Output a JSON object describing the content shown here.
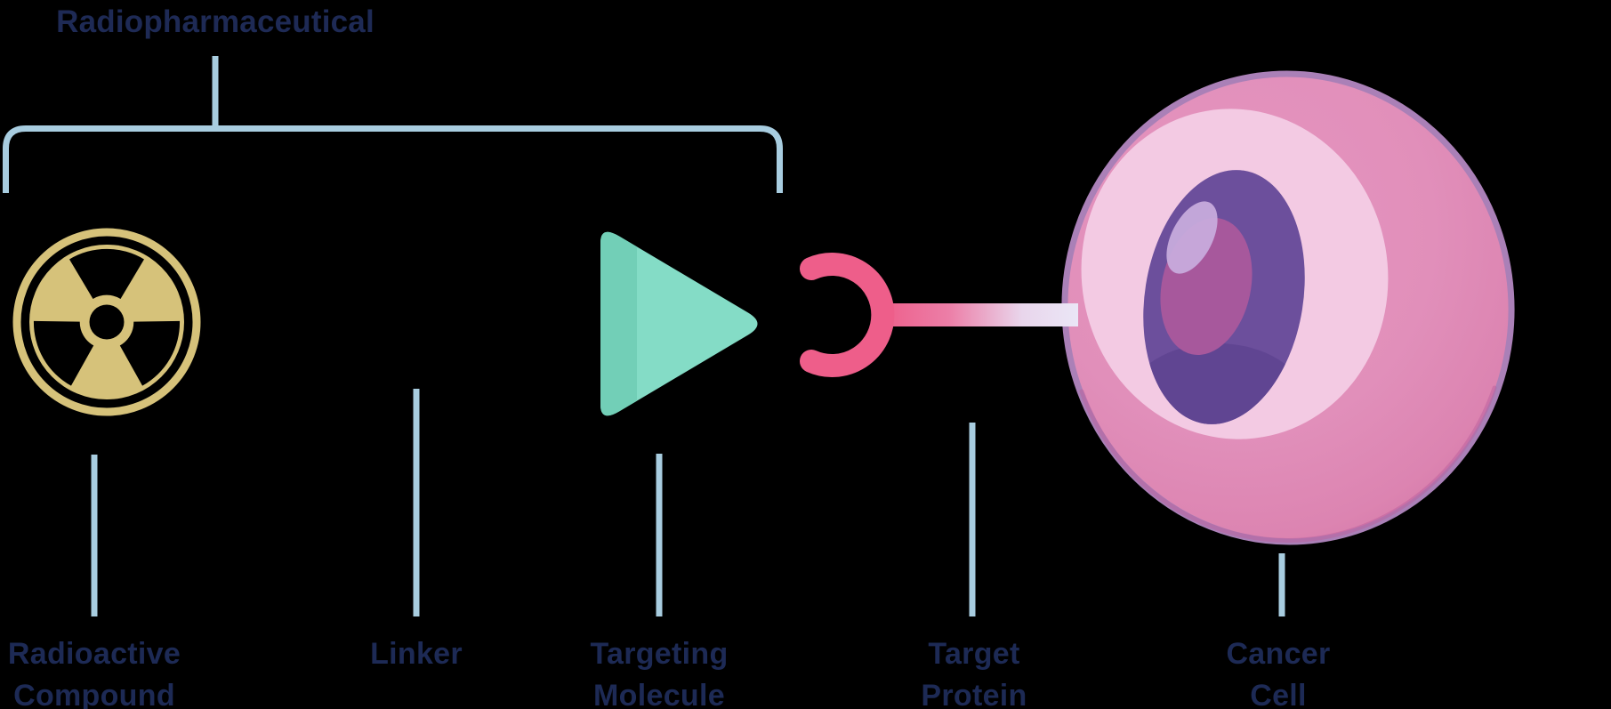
{
  "title": "Radiopharmaceutical",
  "component_labels": [
    {
      "id": "radioactive-compound",
      "line1": "Radioactive",
      "line2": "Compound"
    },
    {
      "id": "linker",
      "line1": "Linker",
      "line2": ""
    },
    {
      "id": "targeting-molecule",
      "line1": "Targeting",
      "line2": "Molecule"
    },
    {
      "id": "target-protein",
      "line1": "Target",
      "line2": "Protein"
    },
    {
      "id": "cancer-cell",
      "line1": "Cancer",
      "line2": "Cell"
    }
  ],
  "icons": [
    "radiation-trefoil-icon",
    "targeting-molecule-triangle-icon",
    "receptor-protein-icon",
    "cancer-cell-illustration"
  ],
  "colors": {
    "background": "#000000",
    "label_text": "#1d2a55",
    "leader_line": "#a8cde0",
    "radiation_gold": "#d6c27a",
    "triangle_teal": "#84dcc6",
    "triangle_teal_shade": "#72cfb7",
    "receptor_pink": "#ee5e8a",
    "stem_fade": "#eae6f6",
    "cell_membrane": "#aa80b7",
    "cell_fill": "#e18fba",
    "cell_inner_light": "#f3cae3",
    "nucleus_purple": "#6c4f9c",
    "nucleolus_magenta": "#a7589c",
    "nucleus_highlight": "#c7abdc"
  }
}
